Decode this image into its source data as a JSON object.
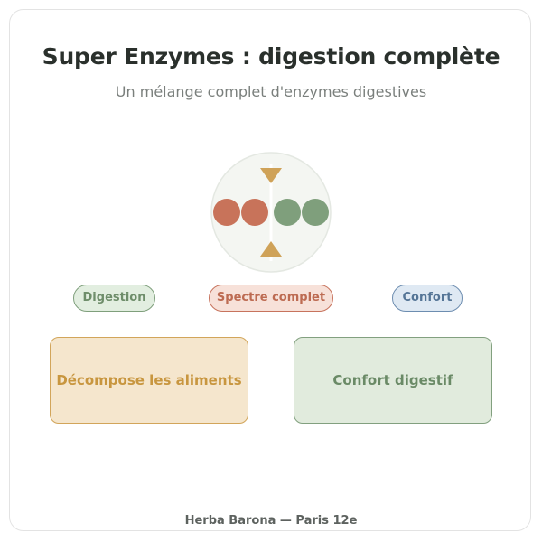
{
  "header": {
    "title": "Super Enzymes : digestion complète",
    "subtitle": "Un mélange complet d'enzymes digestives"
  },
  "tags": {
    "left": "Digestion",
    "center": "Spectre complet",
    "right": "Confort"
  },
  "boxes": {
    "left": "Décompose les aliments",
    "right": "Confort digestif"
  },
  "footer": {
    "text": "Herba Barona — Paris 12e"
  },
  "colors": {
    "terracotta": "#c8735a",
    "sage": "#7f9f7c",
    "ochre": "#cfa258",
    "emblem_bg": "#f4f6f2"
  }
}
